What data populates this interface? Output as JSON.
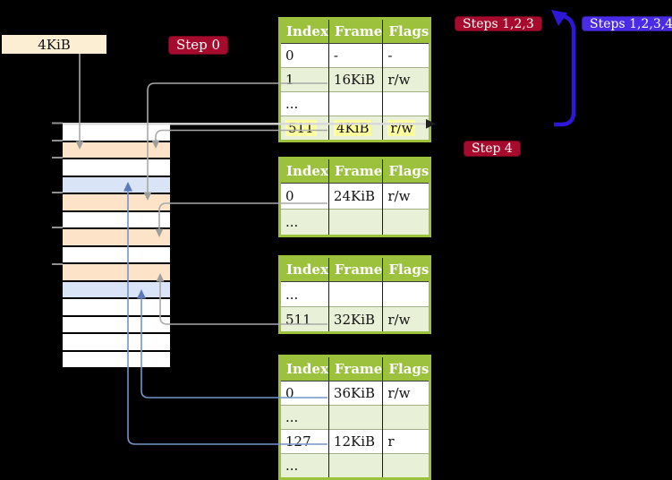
{
  "frame_label": "4KiB",
  "badges": {
    "step0": "Step 0",
    "steps123": "Steps 1,2,3",
    "steps1234": "Steps 1,2,3,4",
    "step4": "Step 4"
  },
  "table_headers": [
    "Index",
    "Frame",
    "Flags"
  ],
  "tables": [
    {
      "id": "page-table-1",
      "rows": [
        {
          "cells": [
            "0",
            "-",
            "-"
          ],
          "shade": "white",
          "highlight": false
        },
        {
          "cells": [
            "1",
            "16KiB",
            "r/w"
          ],
          "shade": "green",
          "highlight": false
        },
        {
          "cells": [
            "...",
            "",
            ""
          ],
          "shade": "white",
          "highlight": false
        },
        {
          "cells": [
            "511",
            "4KiB",
            "r/w"
          ],
          "shade": "green",
          "highlight": true
        }
      ]
    },
    {
      "id": "page-table-2",
      "rows": [
        {
          "cells": [
            "0",
            "24KiB",
            "r/w"
          ],
          "shade": "white",
          "highlight": false
        },
        {
          "cells": [
            "...",
            "",
            ""
          ],
          "shade": "green",
          "highlight": false
        }
      ]
    },
    {
      "id": "page-table-3",
      "rows": [
        {
          "cells": [
            "...",
            "",
            ""
          ],
          "shade": "white",
          "highlight": false
        },
        {
          "cells": [
            "511",
            "32KiB",
            "r/w"
          ],
          "shade": "green",
          "highlight": false
        }
      ]
    },
    {
      "id": "page-table-4",
      "rows": [
        {
          "cells": [
            "0",
            "36KiB",
            "r/w"
          ],
          "shade": "white",
          "highlight": false
        },
        {
          "cells": [
            "...",
            "",
            ""
          ],
          "shade": "green",
          "highlight": false
        },
        {
          "cells": [
            "127",
            "12KiB",
            "r"
          ],
          "shade": "white",
          "highlight": false
        },
        {
          "cells": [
            "...",
            "",
            ""
          ],
          "shade": "green",
          "highlight": false
        }
      ]
    }
  ],
  "memory_stack": {
    "rows": [
      "free",
      "page-table",
      "free",
      "mapped-page",
      "page-table",
      "free",
      "page-table",
      "free",
      "page-table",
      "mapped-page",
      "free",
      "free",
      "free",
      "free"
    ]
  },
  "colors": {
    "background": "#000000",
    "badge_red": "#A60B2E",
    "badge_blue": "#4A2BE8",
    "loop_arrow_blue": "#2E17D6",
    "frame_label_bg": "#FBEED3",
    "table_green": "#9CC13C",
    "table_row_green": "#E9F0D8",
    "highlight_yellow": "#FEFF9E",
    "stack_page_table_peach": "#FDE3C7",
    "stack_mapped_page_blue": "#D9E5F6",
    "connector_gray": "#A9A9A9",
    "connector_blue": "#7495C7"
  }
}
